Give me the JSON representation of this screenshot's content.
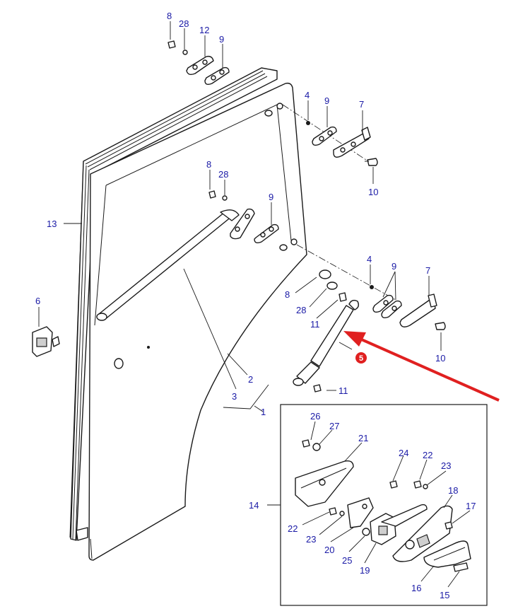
{
  "colors": {
    "label": "#1a1aa6",
    "line": "#1a1a1a",
    "callout": "#e02020"
  },
  "callout": {
    "number": "5"
  },
  "labels": [
    {
      "id": "top-8",
      "text": "8"
    },
    {
      "id": "top-28",
      "text": "28"
    },
    {
      "id": "top-12",
      "text": "12"
    },
    {
      "id": "top-9a",
      "text": "9"
    },
    {
      "id": "r-4",
      "text": "4"
    },
    {
      "id": "r-9",
      "text": "9"
    },
    {
      "id": "r-7",
      "text": "7"
    },
    {
      "id": "r-10",
      "text": "10"
    },
    {
      "id": "m-8",
      "text": "8"
    },
    {
      "id": "m-28",
      "text": "28"
    },
    {
      "id": "m-9",
      "text": "9"
    },
    {
      "id": "l-13",
      "text": "13"
    },
    {
      "id": "l-6",
      "text": "6"
    },
    {
      "id": "lr-4",
      "text": "4"
    },
    {
      "id": "lr-9",
      "text": "9"
    },
    {
      "id": "lr-7",
      "text": "7"
    },
    {
      "id": "lr-10",
      "text": "10"
    },
    {
      "id": "c-8",
      "text": "8"
    },
    {
      "id": "c-28",
      "text": "28"
    },
    {
      "id": "c-11a",
      "text": "11"
    },
    {
      "id": "c-11b",
      "text": "11"
    },
    {
      "id": "c-2",
      "text": "2"
    },
    {
      "id": "c-3",
      "text": "3"
    },
    {
      "id": "c-1",
      "text": "1"
    },
    {
      "id": "b-14",
      "text": "14"
    },
    {
      "id": "b-26",
      "text": "26"
    },
    {
      "id": "b-27",
      "text": "27"
    },
    {
      "id": "b-21",
      "text": "21"
    },
    {
      "id": "b-24",
      "text": "24"
    },
    {
      "id": "b-22a",
      "text": "22"
    },
    {
      "id": "b-23a",
      "text": "23"
    },
    {
      "id": "b-18",
      "text": "18"
    },
    {
      "id": "b-17",
      "text": "17"
    },
    {
      "id": "b-22b",
      "text": "22"
    },
    {
      "id": "b-23b",
      "text": "23"
    },
    {
      "id": "b-20",
      "text": "20"
    },
    {
      "id": "b-25",
      "text": "25"
    },
    {
      "id": "b-19",
      "text": "19"
    },
    {
      "id": "b-16",
      "text": "16"
    },
    {
      "id": "b-15",
      "text": "15"
    }
  ]
}
